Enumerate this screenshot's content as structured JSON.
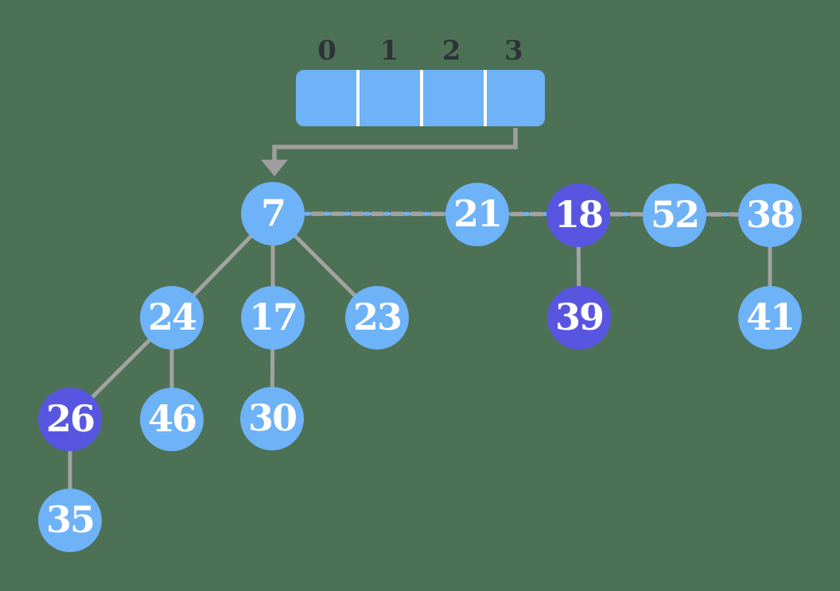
{
  "diagram": {
    "type": "fibonacci-heap",
    "array": {
      "indices": [
        "0",
        "1",
        "2",
        "3"
      ],
      "cell_count": 4
    },
    "pointer": {
      "from": "array",
      "to": "7"
    },
    "root_list_order": [
      "7",
      "21",
      "18",
      "52",
      "38"
    ],
    "nodes": [
      {
        "value": "7",
        "marked": false
      },
      {
        "value": "21",
        "marked": false
      },
      {
        "value": "18",
        "marked": true
      },
      {
        "value": "52",
        "marked": false
      },
      {
        "value": "38",
        "marked": false
      },
      {
        "value": "24",
        "marked": false
      },
      {
        "value": "17",
        "marked": false
      },
      {
        "value": "23",
        "marked": false
      },
      {
        "value": "39",
        "marked": true
      },
      {
        "value": "41",
        "marked": false
      },
      {
        "value": "26",
        "marked": true
      },
      {
        "value": "46",
        "marked": false
      },
      {
        "value": "30",
        "marked": false
      },
      {
        "value": "35",
        "marked": false
      }
    ],
    "edges": [
      [
        "7",
        "24"
      ],
      [
        "7",
        "17"
      ],
      [
        "7",
        "23"
      ],
      [
        "24",
        "26"
      ],
      [
        "24",
        "46"
      ],
      [
        "17",
        "30"
      ],
      [
        "26",
        "35"
      ],
      [
        "18",
        "39"
      ],
      [
        "38",
        "41"
      ]
    ],
    "colors": {
      "background": "#4d7155",
      "node_blue": "#6eb2f8",
      "node_marked_purple": "#5856e1",
      "edge_gray": "#a3a3a3",
      "arrow_gray": "#9e9e9e",
      "node_text": "#ffffff",
      "index_label": "#2f3337",
      "cell_divider": "#ffffff"
    }
  }
}
